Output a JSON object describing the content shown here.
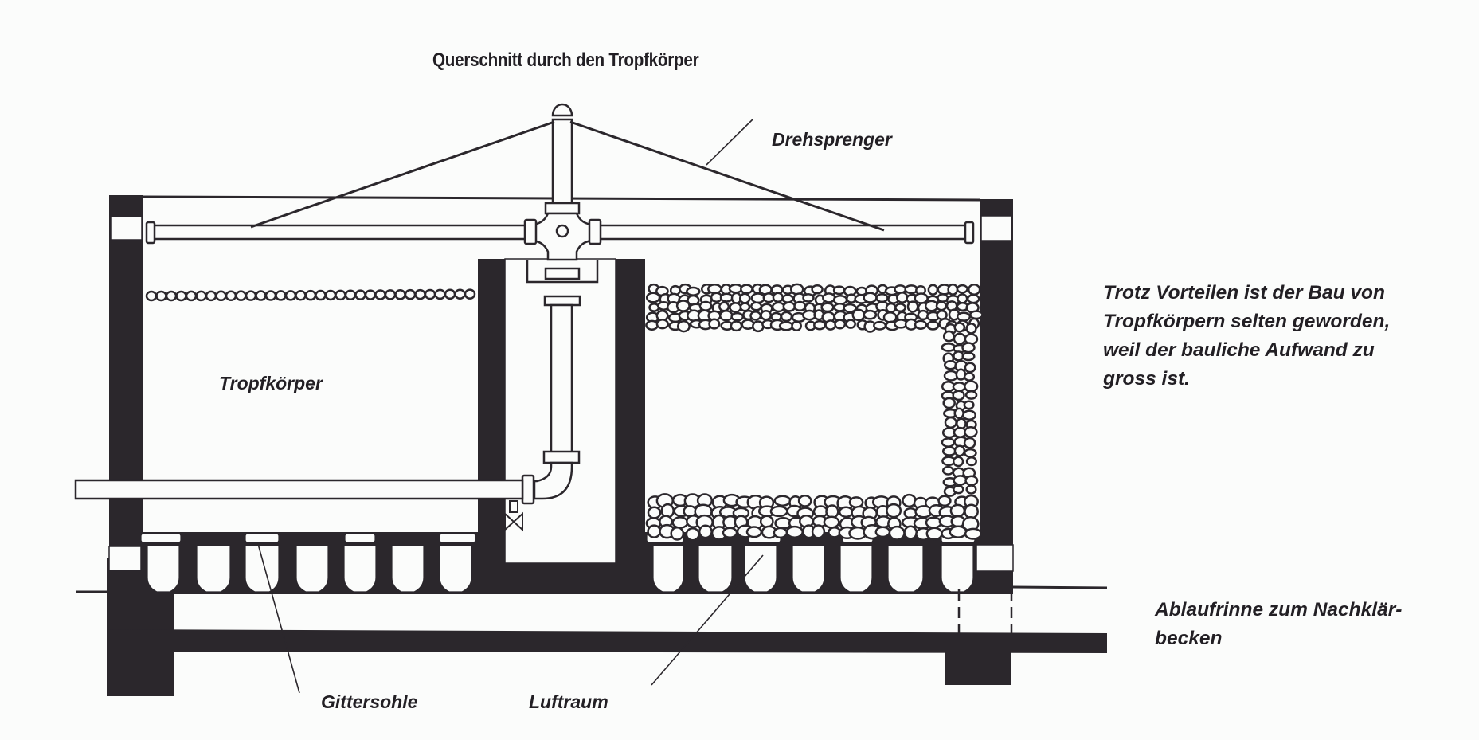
{
  "figure": {
    "title": "Querschnitt durch den Tropfkörper",
    "labels": {
      "sprinkler": "Drehsprenger",
      "filter_body": "Tropfkörper",
      "grid_floor": "Gittersohle",
      "air_space": "Luftraum",
      "outlet_channel": "Ablaufrinne zum Nachklär-\nbecken"
    },
    "note": "Trotz Vorteilen ist der Bau von\nTropfkörpern selten geworden,\nweil der bauliche Aufwand zu\ngross ist."
  },
  "colors": {
    "ink": "#2b272c",
    "paper": "#fbfcfb"
  }
}
